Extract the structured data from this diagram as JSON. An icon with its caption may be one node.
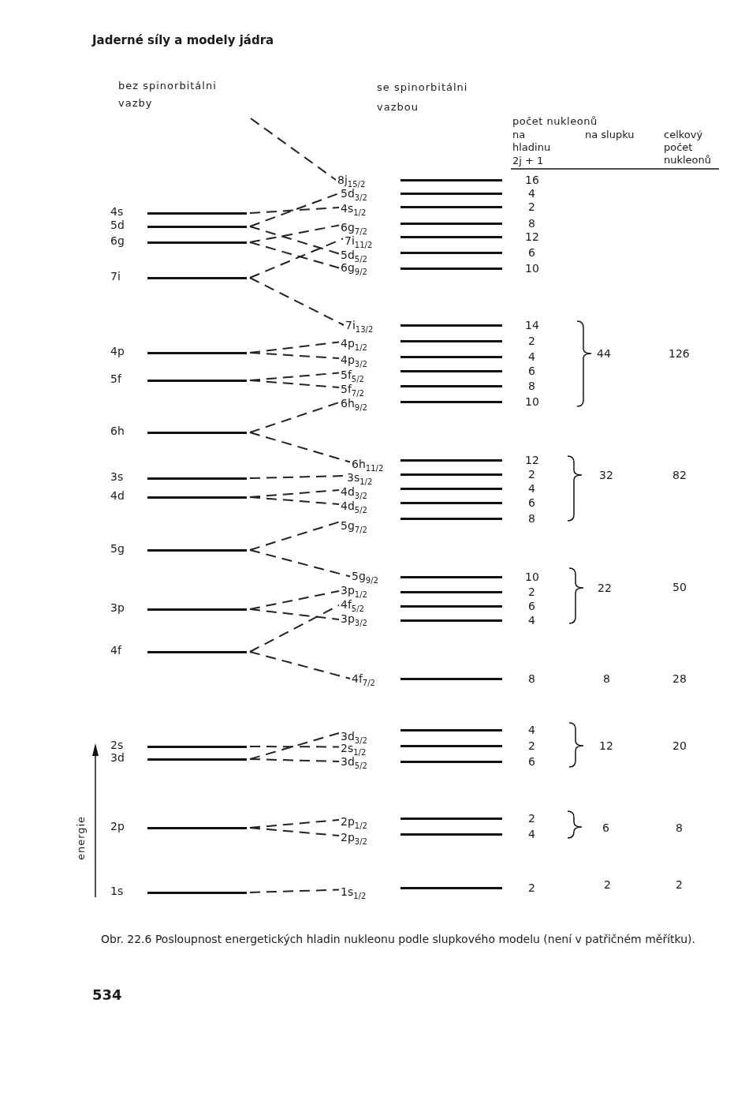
{
  "diagram": {
    "caption": "Obr. 22.6 Posloupnost energetických hladin nukleonu podle slupkového modelu (není v patřičném měřítku).",
    "nodes": [
      {
        "text": [
          "4s"
        ]
      },
      {
        "text": [
          "5d"
        ]
      },
      {
        "text": [
          "6g"
        ]
      },
      {
        "text": [
          "7i"
        ]
      },
      {
        "text": [
          "4p"
        ]
      },
      {
        "text": [
          "5f"
        ]
      },
      {
        "text": [
          "6h"
        ]
      },
      {
        "text": [
          "3s"
        ]
      },
      {
        "text": [
          "4d"
        ]
      },
      {
        "text": [
          "5g"
        ]
      },
      {
        "text": [
          "3p"
        ]
      },
      {
        "text": [
          "4f"
        ]
      },
      {
        "text": [
          "2s"
        ]
      },
      {
        "text": [
          "3d"
        ]
      },
      {
        "text": [
          "2p"
        ]
      },
      {
        "text": [
          "1s"
        ]
      },
      {
        "text": [
          "8j$_{15/2}$"
        ],
        "beside": [
          "16"
        ]
      },
      {
        "text": [
          "5d$_{3/2}$"
        ],
        "beside": [
          "4"
        ]
      },
      {
        "text": [
          "4s$_{1/2}$"
        ],
        "beside": [
          "2"
        ]
      },
      {
        "text": [
          "6g$_{7/2}$"
        ],
        "beside": [
          "8"
        ]
      },
      {
        "text": [
          "7i$_{11/2}$"
        ],
        "beside": [
          "12"
        ]
      },
      {
        "text": [
          "5d$_{5/2}$"
        ],
        "beside": [
          "6"
        ]
      },
      {
        "text": [
          "6g$_{9/2}$"
        ],
        "beside": [
          "10"
        ]
      },
      {
        "text": [
          "7i$_{13/2}$"
        ],
        "beside": [
          "14"
        ]
      },
      {
        "text": [
          "4p$_{1/2}$"
        ],
        "beside": [
          "2"
        ]
      },
      {
        "text": [
          "4p$_{3/2}$"
        ],
        "beside": [
          "4"
        ]
      },
      {
        "text": [
          "5f$_{5/2}$"
        ],
        "beside": [
          "6"
        ]
      },
      {
        "text": [
          "5f$_{7/2}$"
        ],
        "beside": [
          "8"
        ]
      },
      {
        "text": [
          "6h$_{9/2}$"
        ],
        "beside": [
          "10"
        ]
      },
      {
        "text": [
          "6h$_{11/2}$"
        ],
        "beside": [
          "12"
        ]
      },
      {
        "text": [
          "3s$_{1/2}$"
        ],
        "beside": [
          "2"
        ]
      },
      {
        "text": [
          "4d$_{3/2}$"
        ],
        "beside": [
          "4"
        ]
      },
      {
        "text": [
          "4d$_{5/2}$"
        ],
        "beside": [
          "6"
        ]
      },
      {
        "text": [
          "5g$_{7/2}$"
        ],
        "beside": [
          "8"
        ]
      },
      {
        "text": [
          "5g$_{9/2}$"
        ],
        "beside": [
          "10"
        ]
      },
      {
        "text": [
          "3p$_{1/2}$"
        ],
        "beside": [
          "2"
        ]
      },
      {
        "text": [
          "4f$_{5/2}$"
        ],
        "beside": [
          "6"
        ]
      },
      {
        "text": [
          "3p$_{3/2}$"
        ],
        "beside": [
          "4"
        ]
      },
      {
        "text": [
          "4f$_{7/2}$"
        ],
        "beside": [
          "8"
        ]
      },
      {
        "text": [
          "3d$_{3/2}$"
        ],
        "beside": [
          "4"
        ]
      },
      {
        "text": [
          "2s$_{1/2}$"
        ],
        "beside": [
          "2"
        ]
      },
      {
        "text": [
          "3d$_{5/2}$"
        ],
        "beside": [
          "6"
        ]
      },
      {
        "text": [
          "2p$_{1/2}$"
        ],
        "beside": [
          "2"
        ]
      },
      {
        "text": [
          "2p$_{3/2}$"
        ],
        "beside": [
          "4"
        ]
      },
      {
        "text": [
          "1s$_{1/2}$"
        ],
        "beside": [
          "2"
        ]
      }
    ],
    "edges": [
      {
        "from": null,
        "to": 16,
        "arrow": "none",
        "style": "dashed"
      },
      {
        "from": 0,
        "to": 18,
        "arrow": "none",
        "style": "dashed"
      },
      {
        "from": 1,
        "to": 17,
        "arrow": "none",
        "style": "dashed"
      },
      {
        "from": 1,
        "to": 21,
        "arrow": "none",
        "style": "dashed"
      },
      {
        "from": 2,
        "to": 19,
        "arrow": "none",
        "style": "dashed"
      },
      {
        "from": 2,
        "to": 22,
        "arrow": "none",
        "style": "dashed"
      },
      {
        "from": 3,
        "to": 20,
        "arrow": "none",
        "style": "dashed"
      },
      {
        "from": 3,
        "to": 23,
        "arrow": "none",
        "style": "dashed"
      },
      {
        "from": 4,
        "to": 24,
        "arrow": "none",
        "style": "dashed"
      },
      {
        "from": 4,
        "to": 25,
        "arrow": "none",
        "style": "dashed"
      },
      {
        "from": 5,
        "to": 26,
        "arrow": "none",
        "style": "dashed"
      },
      {
        "from": 5,
        "to": 27,
        "arrow": "none",
        "style": "dashed"
      },
      {
        "from": 6,
        "to": 28,
        "arrow": "none",
        "style": "dashed"
      },
      {
        "from": 6,
        "to": 29,
        "arrow": "none",
        "style": "dashed"
      },
      {
        "from": 7,
        "to": 30,
        "arrow": "none",
        "style": "dashed"
      },
      {
        "from": 8,
        "to": 31,
        "arrow": "none",
        "style": "dashed"
      },
      {
        "from": 8,
        "to": 32,
        "arrow": "none",
        "style": "dashed"
      },
      {
        "from": 9,
        "to": 33,
        "arrow": "none",
        "style": "dashed"
      },
      {
        "from": 9,
        "to": 34,
        "arrow": "none",
        "style": "dashed"
      },
      {
        "from": 10,
        "to": 35,
        "arrow": "none",
        "style": "dashed"
      },
      {
        "from": 10,
        "to": 37,
        "arrow": "none",
        "style": "dashed"
      },
      {
        "from": 11,
        "to": 36,
        "arrow": "none",
        "style": "dashed"
      },
      {
        "from": 11,
        "to": 38,
        "arrow": "none",
        "style": "dashed"
      },
      {
        "from": 12,
        "to": 40,
        "arrow": "none",
        "style": "dashed"
      },
      {
        "from": 13,
        "to": 39,
        "arrow": "none",
        "style": "dashed"
      },
      {
        "from": 13,
        "to": 41,
        "arrow": "none",
        "style": "dashed"
      },
      {
        "from": 14,
        "to": 42,
        "arrow": "none",
        "style": "dashed"
      },
      {
        "from": 14,
        "to": 43,
        "arrow": "none",
        "style": "dashed"
      },
      {
        "from": 15,
        "to": 44,
        "arrow": "none",
        "style": "dashed"
      }
    ],
    "labels": [
      "Jaderné síly a modely jádra",
      "bez spinorbitálni vazby",
      "se spinorbitálni vazbou",
      "počet nukleonů",
      "na hladinu",
      "2j + 1",
      "na slupku",
      "celkový počet nukleonů",
      "44",
      "126",
      "32",
      "82",
      "22",
      "50",
      "8",
      "28",
      "12",
      "20",
      "6",
      "8",
      "2",
      "2",
      "energie",
      "534"
    ]
  }
}
